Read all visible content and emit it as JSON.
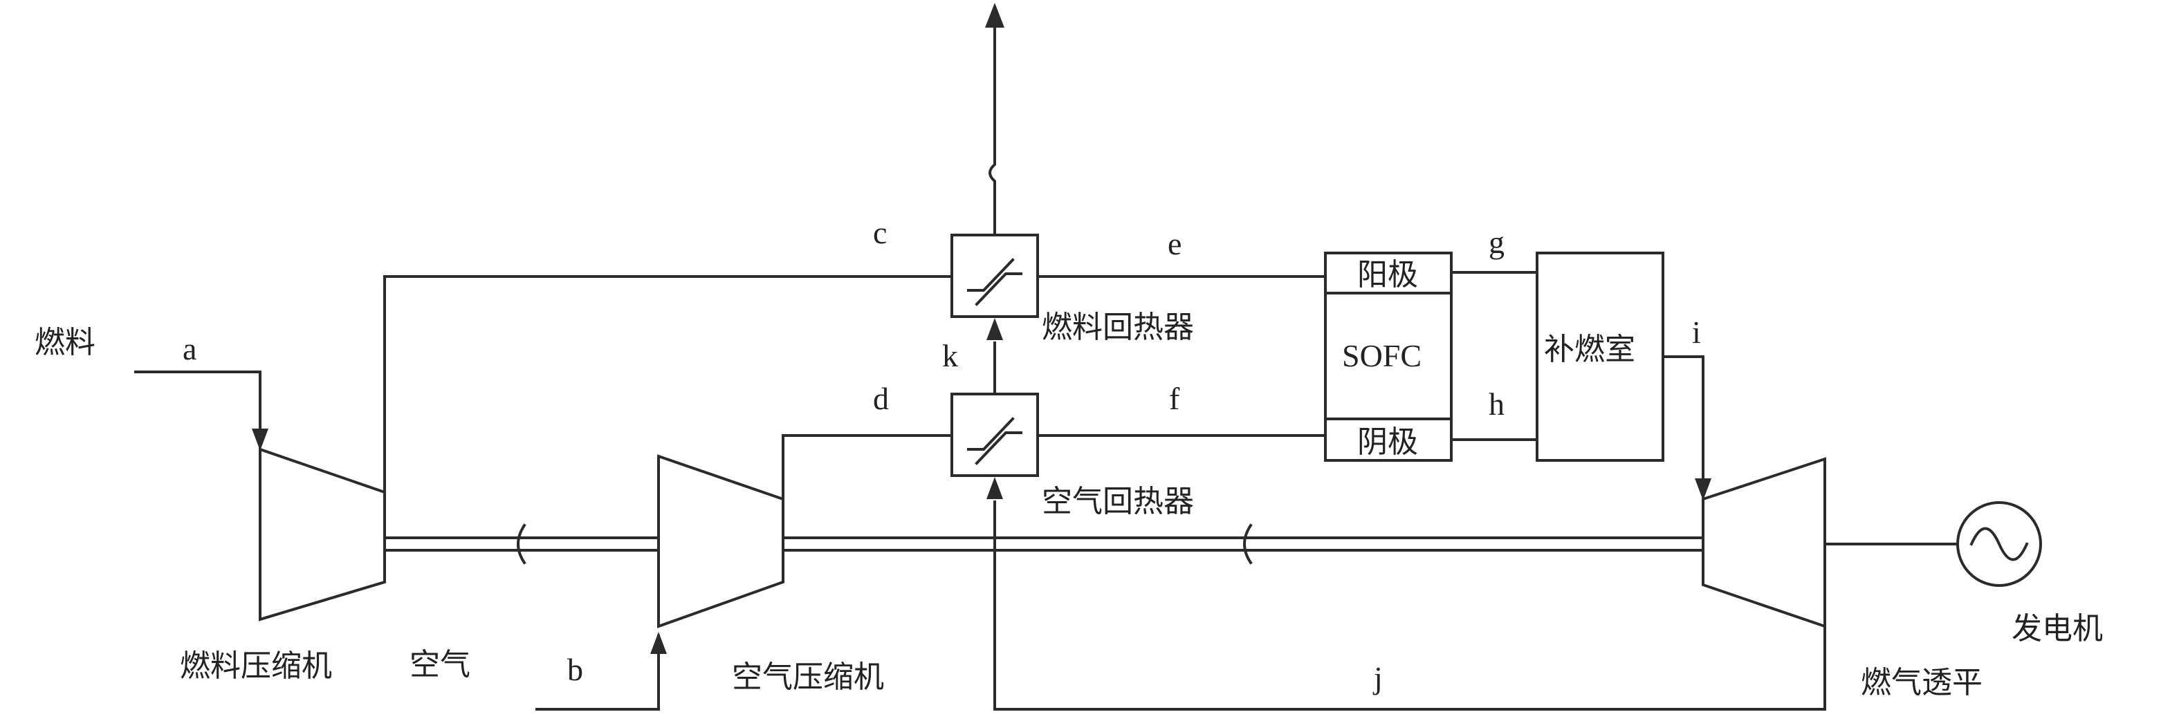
{
  "labels": {
    "fuel": "燃料",
    "air": "空气",
    "fuel_compressor": "燃料压缩机",
    "air_compressor": "空气压缩机",
    "fuel_recuperator": "燃料回热器",
    "air_recuperator": "空气回热器",
    "anode": "阳极",
    "cathode": "阴极",
    "sofc": "SOFC",
    "afterburner": "补燃室",
    "gas_turbine": "燃气透平",
    "generator": "发电机"
  },
  "streams": {
    "a": "a",
    "b": "b",
    "c": "c",
    "d": "d",
    "e": "e",
    "f": "f",
    "g": "g",
    "h": "h",
    "i": "i",
    "j": "j",
    "k": "k"
  }
}
